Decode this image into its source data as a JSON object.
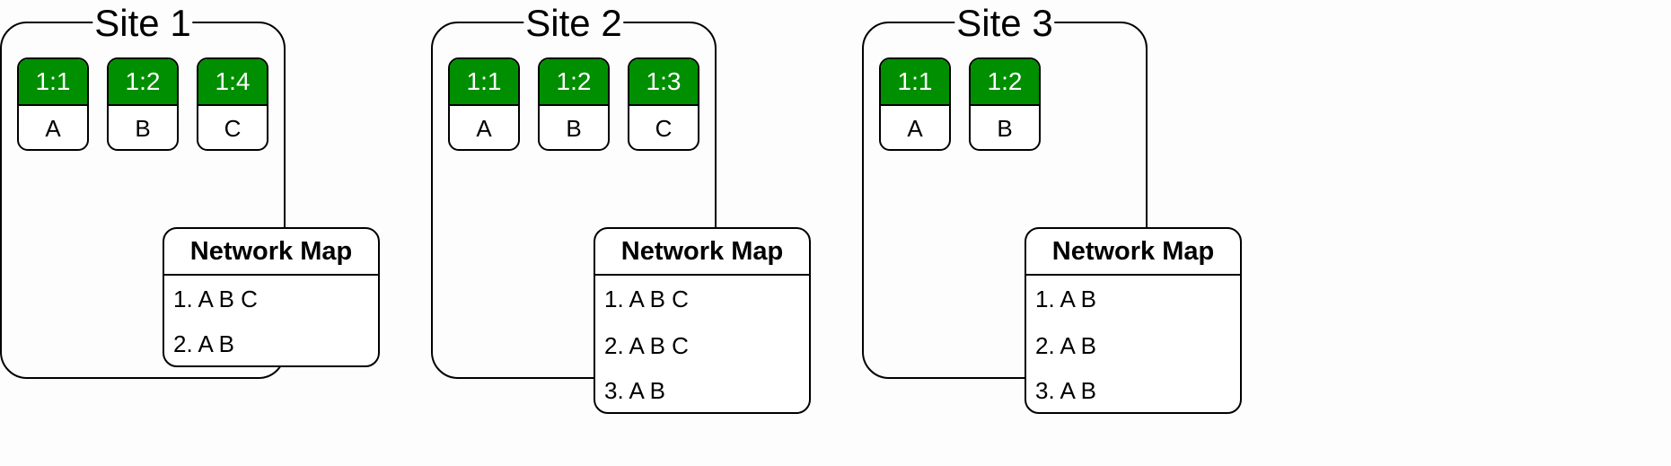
{
  "sites": [
    {
      "title": "Site 1",
      "nodes": [
        {
          "id": "1:1",
          "label": "A"
        },
        {
          "id": "1:2",
          "label": "B"
        },
        {
          "id": "1:4",
          "label": "C"
        }
      ],
      "network_map": {
        "title": "Network Map",
        "entries": [
          "1. A B C",
          "2. A B"
        ]
      }
    },
    {
      "title": "Site 2",
      "nodes": [
        {
          "id": "1:1",
          "label": "A"
        },
        {
          "id": "1:2",
          "label": "B"
        },
        {
          "id": "1:3",
          "label": "C"
        }
      ],
      "network_map": {
        "title": "Network Map",
        "entries": [
          "1. A B C",
          "2. A B C",
          "3. A B"
        ]
      }
    },
    {
      "title": "Site 3",
      "nodes": [
        {
          "id": "1:1",
          "label": "A"
        },
        {
          "id": "1:2",
          "label": "B"
        }
      ],
      "network_map": {
        "title": "Network Map",
        "entries": [
          "1. A B",
          "2. A B",
          "3. A B"
        ]
      }
    }
  ],
  "colors": {
    "node_header": "#008f00",
    "node_header_text": "#ffffff"
  }
}
